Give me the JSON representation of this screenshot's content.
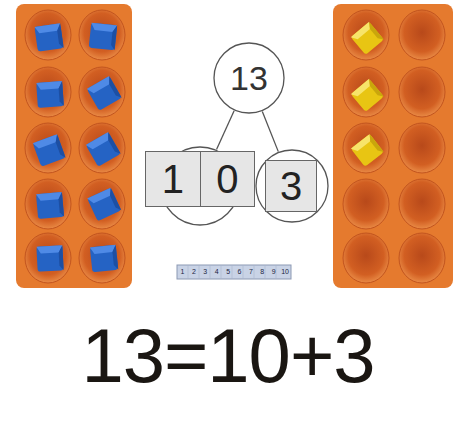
{
  "diagram": {
    "nodes": [
      {
        "text": [
          "13"
        ]
      },
      {
        "text": [
          "1",
          "0"
        ]
      },
      {
        "text": [
          "3"
        ]
      }
    ],
    "edges": [
      {
        "from": 0,
        "to": 1,
        "arrow": "none"
      },
      {
        "from": 0,
        "to": 2,
        "arrow": "none"
      }
    ],
    "labels": [
      "1",
      "2",
      "3",
      "4",
      "5",
      "6",
      "7",
      "8",
      "9",
      "10",
      "13=10+3"
    ]
  }
}
